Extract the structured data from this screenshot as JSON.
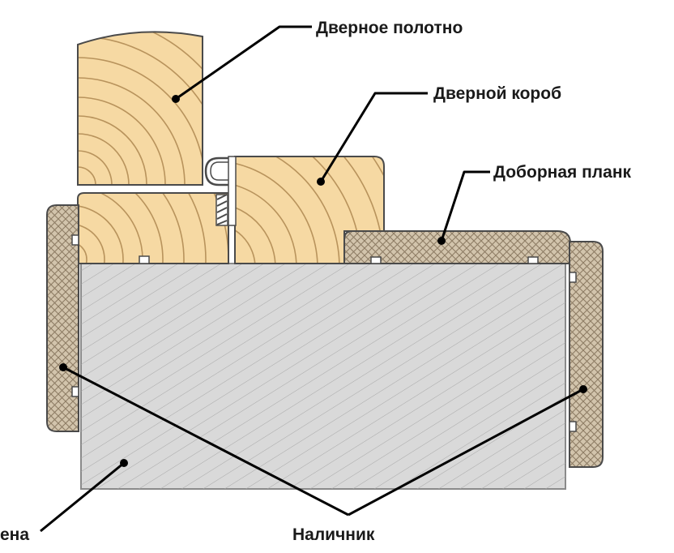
{
  "labels": {
    "door_leaf": "Дверное полотно",
    "door_frame": "Дверной короб",
    "extension_board": "Доборная планк",
    "wall": "ена",
    "casing": "Наличник"
  },
  "colors": {
    "background": "#ffffff",
    "wood_fill": "#f6d9a3",
    "wood_grain": "#b8935c",
    "casing_fill": "#d2c4ac",
    "casing_hatch": "#8d7c64",
    "wall_fill": "#d9d9d9",
    "wall_hatch": "#a8a8a8",
    "outline": "#4a4a4a",
    "leader_line": "#000000"
  }
}
